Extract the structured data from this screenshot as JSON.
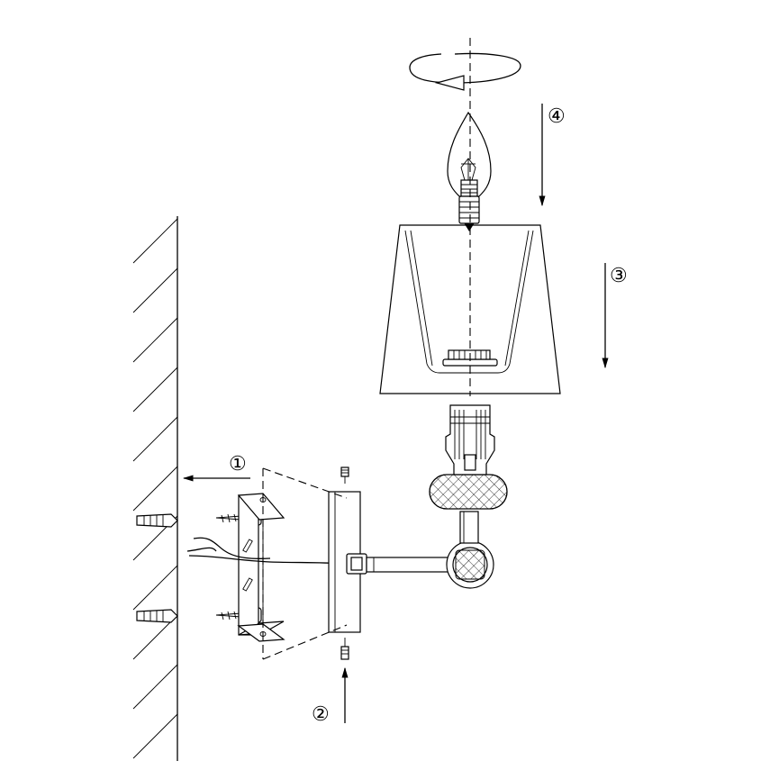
{
  "steps": [
    {
      "label": "①"
    },
    {
      "label": "②"
    },
    {
      "label": "③"
    },
    {
      "label": "④"
    }
  ],
  "colors": {
    "line": "#000000",
    "background": "#ffffff"
  }
}
